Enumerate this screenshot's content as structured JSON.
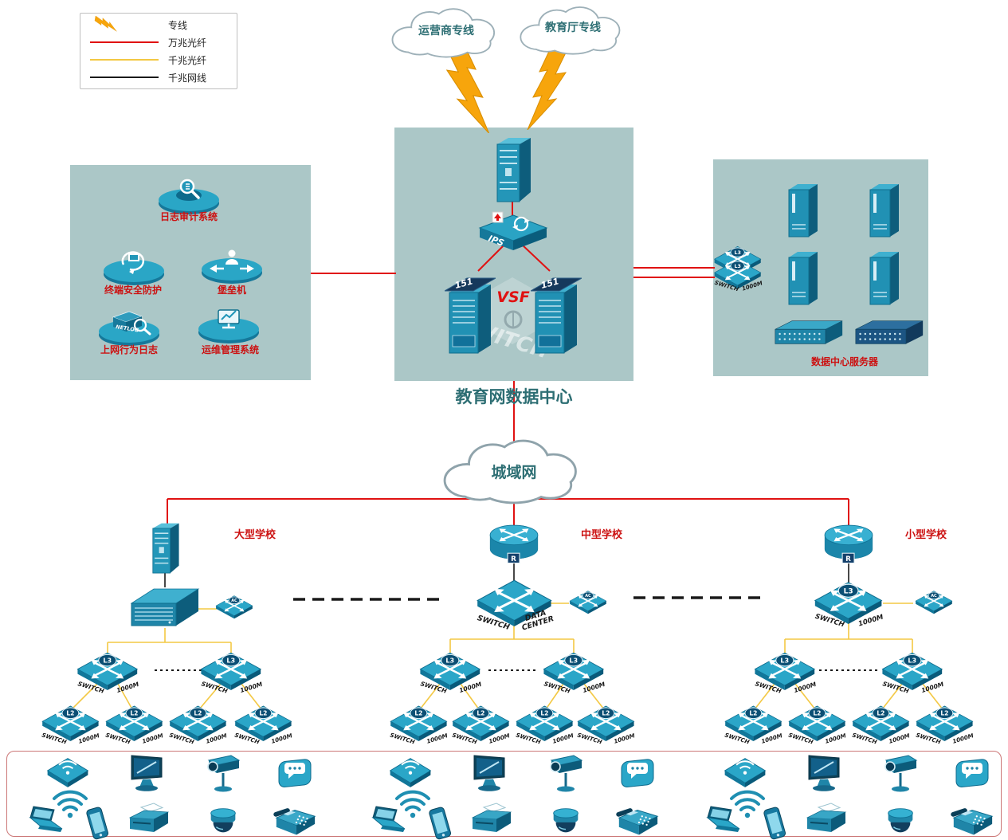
{
  "legend": {
    "items": [
      {
        "label": "专线",
        "sample": "lightning",
        "color": "#f7a50c"
      },
      {
        "label": "万兆光纤",
        "sample": "line",
        "color": "#e01212"
      },
      {
        "label": "千兆光纤",
        "sample": "line",
        "color": "#f3c843"
      },
      {
        "label": "千兆网线",
        "sample": "line",
        "color": "#1a1a1a"
      }
    ]
  },
  "clouds": {
    "isp": "运营商专线",
    "edu": "教育厅专线",
    "man": "城域网"
  },
  "datacenter": {
    "title": "教育网数据中心",
    "ips_label": "IPS",
    "vsf_label": "VSF",
    "switch_watermark": "SWITCH",
    "core_badge": "151"
  },
  "security_zone": {
    "items": [
      "日志审计系统",
      "终端安全防护",
      "堡垒机",
      "上网行为日志",
      "运维管理系统"
    ],
    "netlog_label": "NETLOG"
  },
  "server_zone": {
    "title": "数据中心服务器"
  },
  "schools": {
    "large": "大型学校",
    "medium": "中型学校",
    "small": "小型学校"
  },
  "device_labels": {
    "switch": "SWITCH",
    "speed": "1000M",
    "l3": "L3",
    "l2": "L2",
    "ac": "AC",
    "router": "R",
    "data_center_line1": "DATA",
    "data_center_line2": "CENTER"
  },
  "colors": {
    "zone_bg": "#abc7c7",
    "line_10g": "#e01212",
    "line_1g_fiber": "#f3c843",
    "line_1g_copper": "#1a1a1a",
    "dedicated_line": "#f7a50c",
    "device": "#2196b8",
    "title_text": "#2d6e73",
    "label_text": "#cc1111"
  },
  "icons": [
    "wireless-ap-icon",
    "wifi-signal-icon",
    "laptop-icon",
    "smartphone-icon",
    "monitor-icon",
    "printer-icon",
    "ptz-camera-icon",
    "dome-camera-icon",
    "chat-terminal-icon",
    "desk-phone-icon",
    "firewall-icon",
    "router-icon",
    "l3-switch-icon",
    "l2-switch-icon",
    "access-controller-icon",
    "server-tower-icon",
    "rack-server-icon",
    "storage-server-icon",
    "log-audit-icon",
    "endpoint-security-icon",
    "bastion-host-icon",
    "netlog-icon",
    "ops-management-icon",
    "lightning-icon",
    "cloud-icon"
  ]
}
